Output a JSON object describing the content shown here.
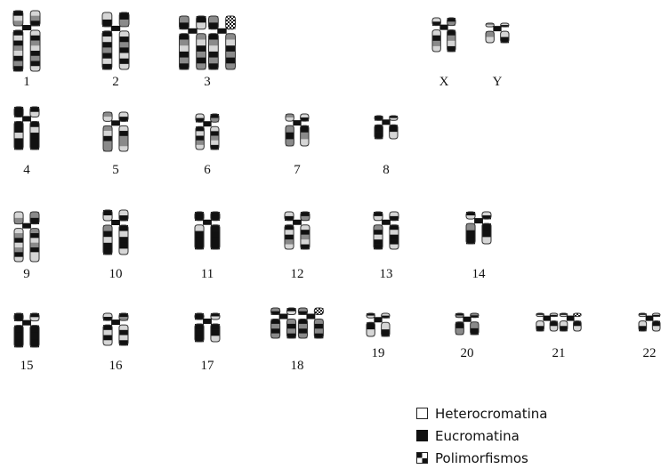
{
  "chromosomes": [
    {
      "label": "1",
      "pattern": "BWGBWBGWBGBW"
    },
    {
      "label": "2",
      "pattern": "WBGBWBGBWB"
    },
    {
      "label": "3",
      "pattern": "GBWBGWBGB",
      "poly": true
    },
    {
      "label": "X",
      "pattern": "WBGWBG"
    },
    {
      "label": "Y",
      "pattern": "GWB"
    },
    {
      "label": "4",
      "pattern": "BBWBBWB"
    },
    {
      "label": "5",
      "pattern": "GWBGWBG"
    },
    {
      "label": "6",
      "pattern": "WBGBWBG"
    },
    {
      "label": "7",
      "pattern": "GWBGB"
    },
    {
      "label": "8",
      "pattern": "BBW"
    },
    {
      "label": "9",
      "pattern": "WGBWGBWGBW"
    },
    {
      "label": "10",
      "pattern": "BWBGBWB"
    },
    {
      "label": "11",
      "pattern": "BBBWBB"
    },
    {
      "label": "12",
      "pattern": "WBGBWBG"
    },
    {
      "label": "13",
      "pattern": "BWBGBWB"
    },
    {
      "label": "14",
      "pattern": "BWBGB"
    },
    {
      "label": "15",
      "pattern": "BBWBB"
    },
    {
      "label": "16",
      "pattern": "WBGBWB"
    },
    {
      "label": "17",
      "pattern": "BBWB"
    },
    {
      "label": "18",
      "pattern": "GBWBGB",
      "poly": true
    },
    {
      "label": "19",
      "pattern": "BWB"
    },
    {
      "label": "20",
      "pattern": "BGB"
    },
    {
      "label": "21",
      "pattern": "BW",
      "poly": true
    },
    {
      "label": "22",
      "pattern": "BW"
    }
  ],
  "legend": [
    {
      "type": "hetero",
      "label": "Heterocromatina"
    },
    {
      "type": "eu",
      "label": "Eucromatina"
    },
    {
      "type": "poly",
      "label": "Polimorfismos"
    }
  ],
  "colors": {
    "dark": "#111111",
    "gray": "#8a8a8a",
    "light": "#d6d6d6",
    "outline": "#333333"
  }
}
